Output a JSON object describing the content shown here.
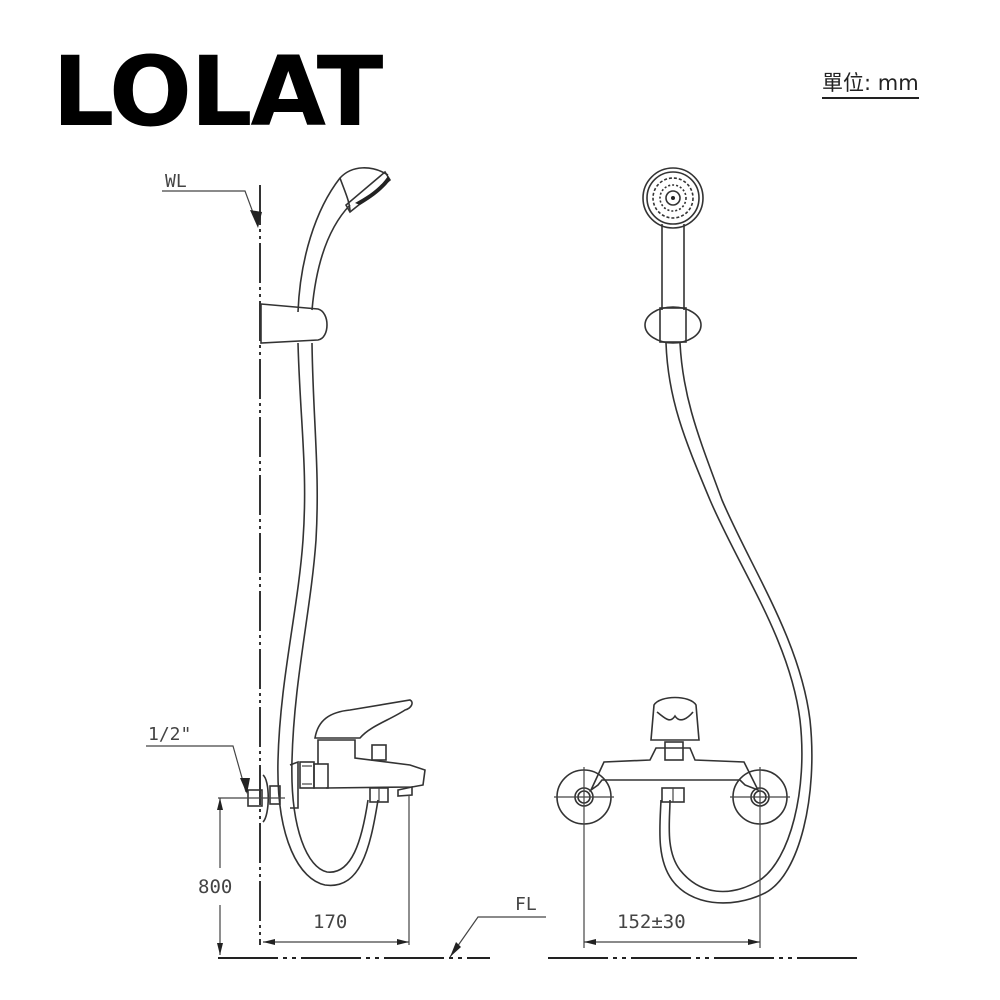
{
  "header": {
    "brand": "LOLAT",
    "unit_label": "單位: mm"
  },
  "labels": {
    "wall_line": "WL",
    "floor_line": "FL",
    "pipe_size": "1/2\""
  },
  "dimensions": {
    "height_from_floor": "800",
    "spout_projection": "170",
    "inlet_spacing": "152±30"
  },
  "views": [
    {
      "name": "side-view",
      "description": "Side elevation of wall-mounted bath/shower mixer with hand shower, holder and hose"
    },
    {
      "name": "front-view",
      "description": "Front elevation showing single-lever mixer, eccentric connectors, hand shower and hose"
    }
  ],
  "colors": {
    "line": "#333333",
    "text": "#444444",
    "background": "#ffffff"
  }
}
